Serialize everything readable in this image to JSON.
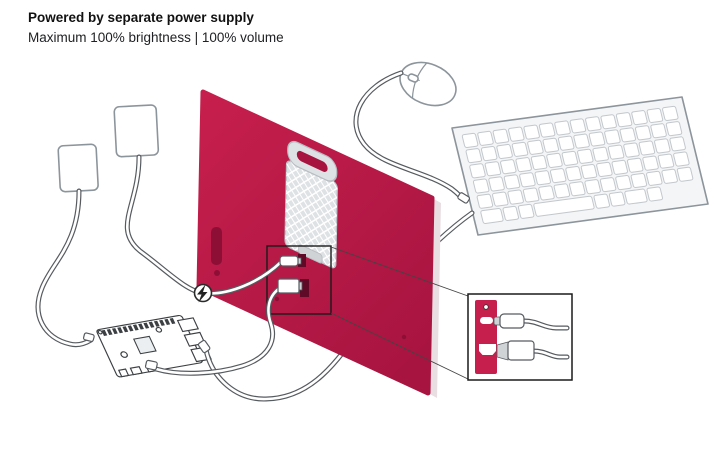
{
  "header": {
    "title": "Powered by separate power supply",
    "subtitle": "Maximum 100% brightness | 100% volume"
  },
  "colors": {
    "monitor_red": "#c71f4d",
    "monitor_red_dark": "#a81440",
    "port_recess": "#5f0a26",
    "vent_red": "#8e0f35",
    "edge_strip": "#e9dee2",
    "cable_outline": "#565b60",
    "outline_gray": "#8d959c",
    "stand_gray": "#dfe2e5",
    "stand_edge": "#b9bdc2",
    "callout_black": "#1a1a1a"
  },
  "icons": {
    "power_bolt_icon": "⚡"
  },
  "components": [
    "power-supply-small",
    "power-supply-large",
    "raspberry-pi-board",
    "monitor-back",
    "carry-handle",
    "fold-out-stand",
    "mouse",
    "keyboard",
    "usb-c-power-cable",
    "hdmi-cable",
    "keyboard-usb-cable",
    "mouse-cable",
    "power-bolt-icon",
    "port-detail-inset",
    "usb-c-port",
    "hdmi-port",
    "usb-c-plug",
    "hdmi-plug"
  ]
}
